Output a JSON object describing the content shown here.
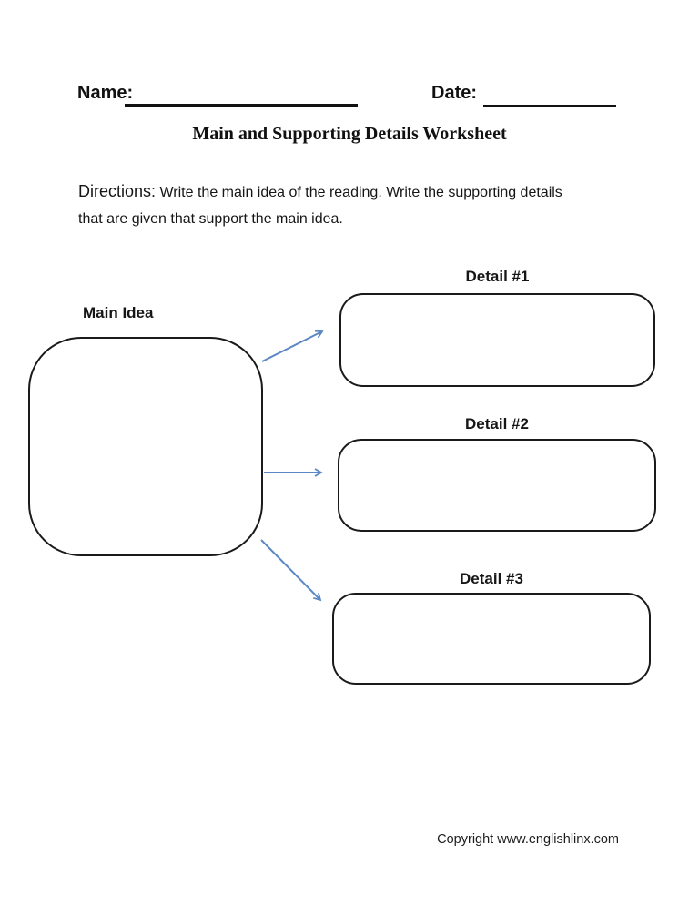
{
  "header": {
    "name_label": "Name:",
    "date_label": "Date:"
  },
  "title": "Main and Supporting Details Worksheet",
  "directions": {
    "label": "Directions:",
    "text": "Write the main idea of the reading. Write the supporting details that are given that support the main idea."
  },
  "diagram": {
    "main_idea_label": "Main Idea",
    "details": [
      {
        "label": "Detail #1"
      },
      {
        "label": "Detail #2"
      },
      {
        "label": "Detail #3"
      }
    ],
    "arrow_color": "#5b87c5",
    "box_border_color": "#1a1a1a"
  },
  "footer": {
    "copyright": "Copyright www.englishlinx.com"
  }
}
